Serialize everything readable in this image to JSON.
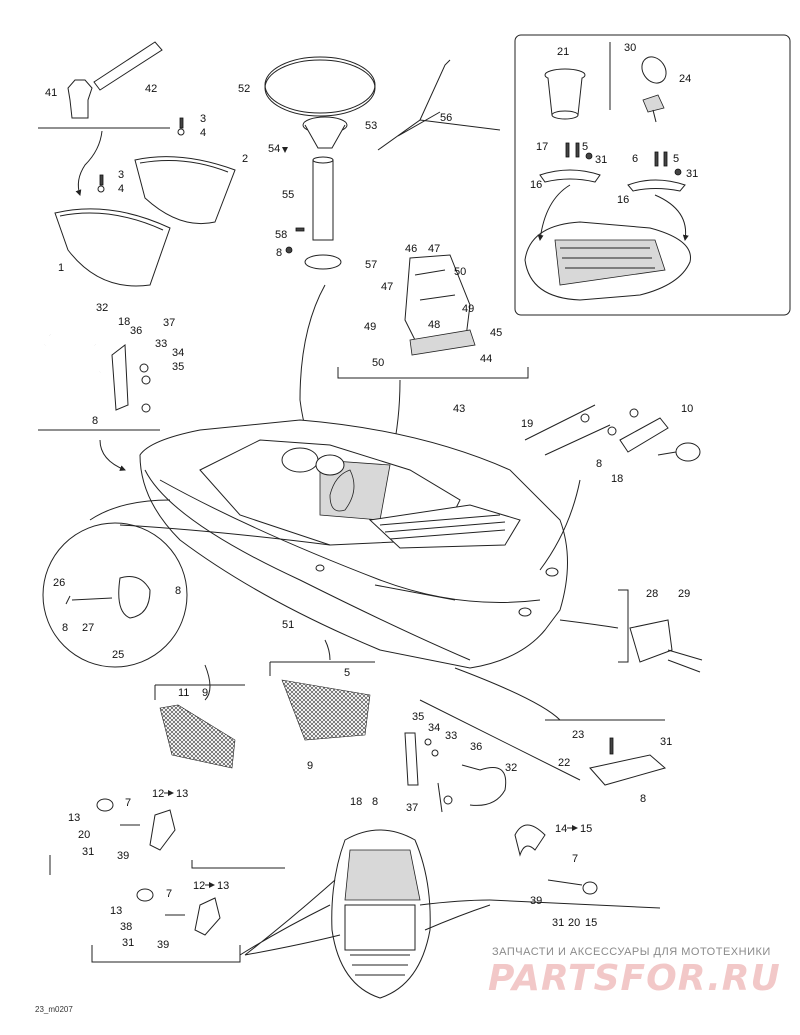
{
  "labels": {
    "l41": "41",
    "l42": "42",
    "l52": "52",
    "l3a": "3",
    "l4a": "4",
    "l3b": "3",
    "l4b": "4",
    "l2": "2",
    "l1": "1",
    "l53": "53",
    "l54": "54",
    "l55": "55",
    "l56": "56",
    "l58": "58",
    "l8a": "8",
    "l57": "57",
    "l21": "21",
    "l30": "30",
    "l24": "24",
    "l17": "17",
    "l5a": "5",
    "l31a": "31",
    "l6": "6",
    "l5b": "5",
    "l31b": "31",
    "l16a": "16",
    "l16b": "16",
    "l46": "46",
    "l47a": "47",
    "l47b": "47",
    "l50a": "50",
    "l49a": "49",
    "l49b": "49",
    "l48": "48",
    "l45": "45",
    "l50b": "50",
    "l44": "44",
    "l43": "43",
    "l32a": "32",
    "l18a": "18",
    "l37a": "37",
    "l36a": "36",
    "l33a": "33",
    "l34": "34",
    "l35a": "35",
    "l8b": "8",
    "l19": "19",
    "l10": "10",
    "l8c": "8",
    "l18b": "18",
    "l26": "26",
    "l8d": "8",
    "l8e": "8",
    "l27": "27",
    "l25": "25",
    "l51": "51",
    "l28": "28",
    "l29": "29",
    "l11": "11",
    "l9a": "9",
    "l5c": "5",
    "l9b": "9",
    "l35b": "35",
    "l34b": "34",
    "l33b": "33",
    "l36b": "36",
    "l32b": "32",
    "l18c": "18",
    "l8f": "8",
    "l37b": "37",
    "l23": "23",
    "l31c": "31",
    "l22": "22",
    "l8g": "8",
    "l12a": "12",
    "l13a": "13",
    "l13b": "13",
    "l7a": "7",
    "l20a": "20",
    "l31d": "31",
    "l39a": "39",
    "l12b": "12",
    "l13c": "13",
    "l13d": "13",
    "l7b": "7",
    "l38": "38",
    "l31e": "31",
    "l39b": "39",
    "l14": "14",
    "l15a": "15",
    "l7c": "7",
    "l39c": "39",
    "l31f": "31",
    "l20b": "20",
    "l15b": "15"
  },
  "watermark": {
    "caption": "ЗАПЧАСТИ И АКСЕССУАРЫ ДЛЯ МОТОТЕХНИКИ",
    "brand": "PARTSFOR.RU"
  },
  "drawing_code": "23_m0207",
  "icons": {
    "arrow": "arrow-right-icon"
  }
}
